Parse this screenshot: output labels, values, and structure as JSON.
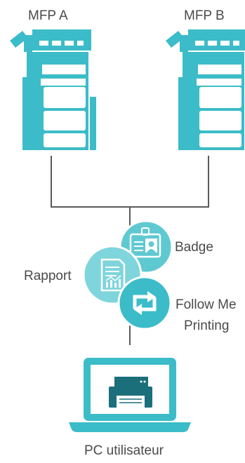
{
  "labels": {
    "mfp_a": "MFP A",
    "mfp_b": "MFP B",
    "badge": "Badge",
    "rapport": "Rapport",
    "follow_me_line1": "Follow Me",
    "follow_me_line2": "Printing",
    "pc": "PC utilisateur"
  },
  "icons": [
    "printer-icon",
    "printer-icon",
    "badge-icon",
    "report-icon",
    "follow-me-icon",
    "laptop-icon"
  ],
  "colors": {
    "teal": "#3bbcc8",
    "teal_light": "#7fd5dc",
    "dark_teal": "#1a6f7a",
    "line": "#5a5a5a",
    "text": "#4a4a4a"
  }
}
